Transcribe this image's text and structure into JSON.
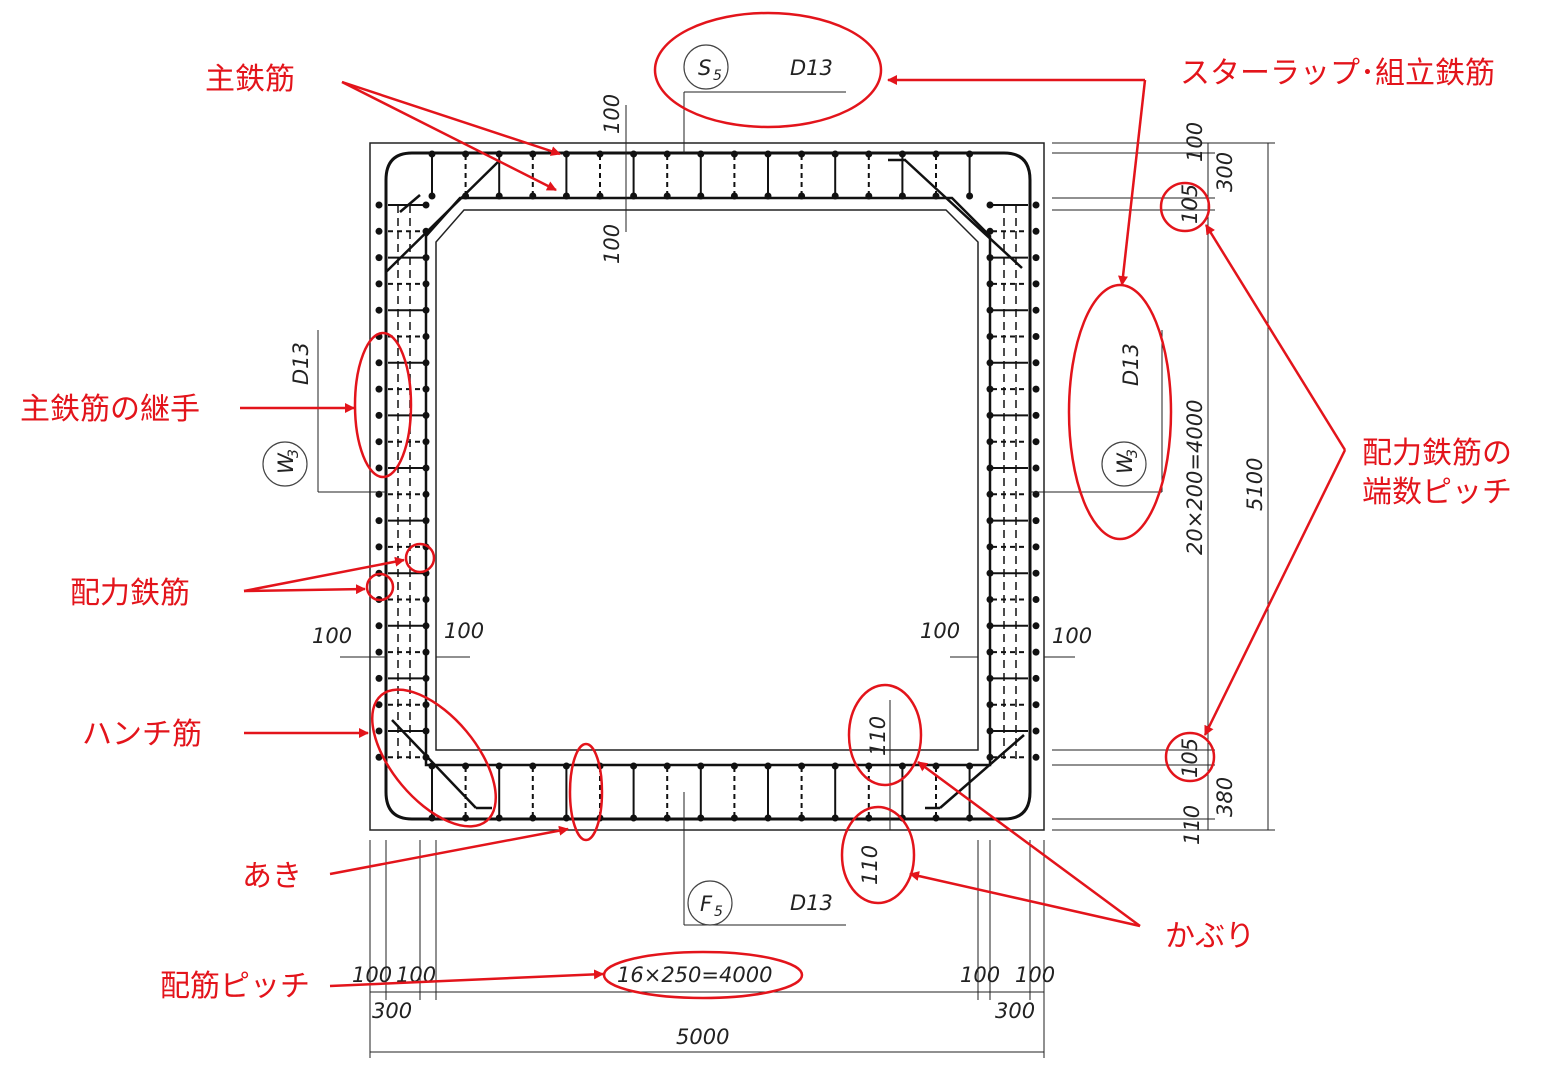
{
  "annotations": {
    "main_rebar": "主鉄筋",
    "stirrup": "スターラップ･組立鉄筋",
    "main_rebar_joint": "主鉄筋の継手",
    "distribution_rebar": "配力鉄筋",
    "distribution_pitch_line1": "配力鉄筋の",
    "distribution_pitch_line2": "端数ピッチ",
    "haunch_rebar": "ハンチ筋",
    "spacing": "あき",
    "cover": "かぶり",
    "rebar_pitch": "配筋ピッチ"
  },
  "bar_marks": {
    "top": {
      "mark": "S",
      "sub": "5",
      "size": "D13"
    },
    "bottom": {
      "mark": "F",
      "sub": "5",
      "size": "D13"
    },
    "left": {
      "mark": "W",
      "sub": "3",
      "size": "D13"
    },
    "right": {
      "mark": "W",
      "sub": "3",
      "size": "D13"
    }
  },
  "dimensions": {
    "top_cover": "100",
    "top_inner": "100",
    "left_outer": "100",
    "left_inner": "100",
    "right_inner": "100",
    "right_outer": "100",
    "cover_110_upper": "110",
    "cover_110_lower": "110",
    "right_top_100": "100",
    "right_top_300": "300",
    "right_top_105": "105",
    "right_pitch": "20×200=4000",
    "right_bottom_105": "105",
    "right_bottom_380": "380",
    "right_bottom_110": "110",
    "total_height": "5100",
    "bottom_100_a": "100",
    "bottom_100_b": "100",
    "bottom_300_left": "300",
    "bottom_pitch": "16×250=4000",
    "bottom_100_c": "100",
    "bottom_100_d": "100",
    "bottom_300_right": "300",
    "total_width": "5000"
  }
}
